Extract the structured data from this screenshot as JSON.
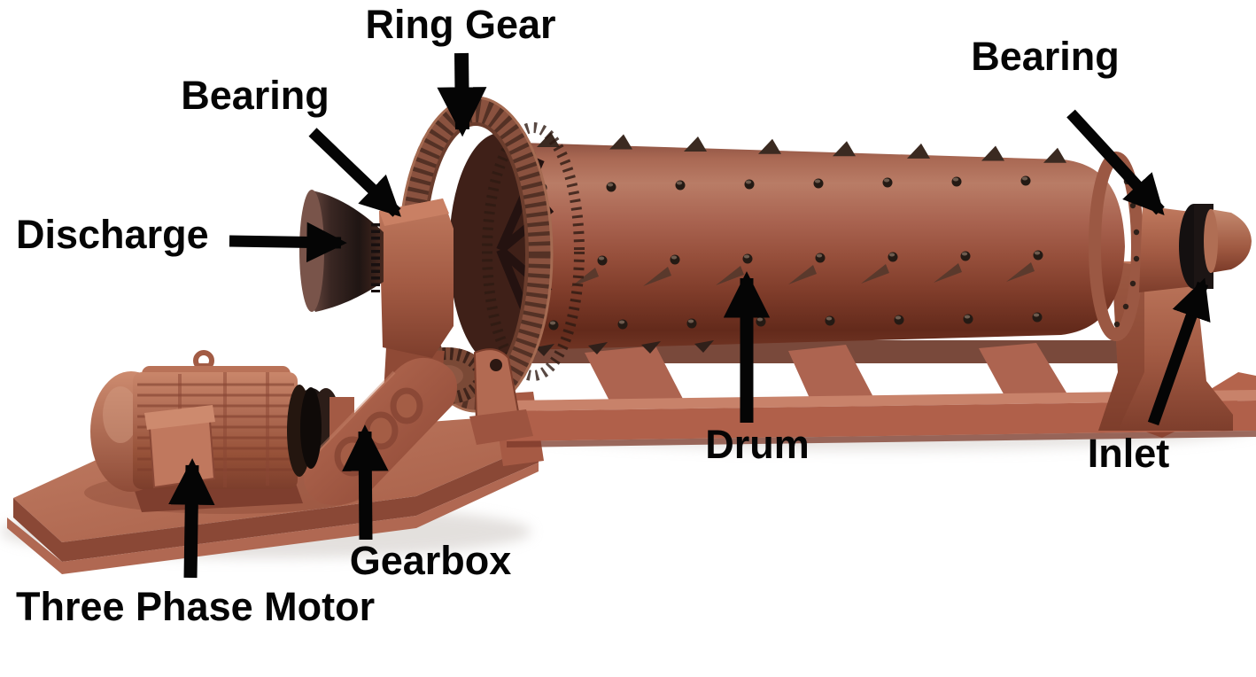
{
  "diagram": {
    "subject": "ball-mill-labeled-diagram",
    "background_color": "#ffffff",
    "machine_color": "#b2674f",
    "machine_dark_color": "#6b2f20",
    "label_color": "#050505",
    "labels": [
      {
        "id": "ring-gear",
        "text": "Ring Gear"
      },
      {
        "id": "bearing-left",
        "text": "Bearing"
      },
      {
        "id": "bearing-right",
        "text": "Bearing"
      },
      {
        "id": "discharge",
        "text": "Discharge"
      },
      {
        "id": "drum",
        "text": "Drum"
      },
      {
        "id": "inlet",
        "text": "Inlet"
      },
      {
        "id": "gearbox",
        "text": "Gearbox"
      },
      {
        "id": "three-phase-motor",
        "text": "Three Phase Motor"
      }
    ]
  }
}
